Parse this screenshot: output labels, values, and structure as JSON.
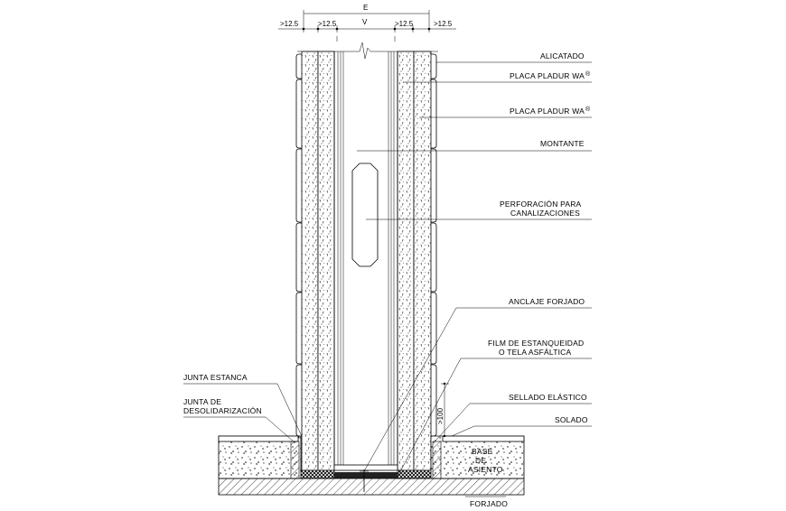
{
  "dimensions": {
    "top_label": "E",
    "sub_label": "V",
    "left_outer": ">12.5",
    "left_inner": ">12.5",
    "right_inner": ">12.5",
    "right_outer": ">12.5",
    "vertical": ">100"
  },
  "labels": {
    "alicatado": "ALICATADO",
    "placa1": "PLACA PLADUR WA",
    "placa2": "PLACA PLADUR WA",
    "registered": "®",
    "montante": "MONTANTE",
    "perforacion_1": "PERFORACIÓN  PARA",
    "perforacion_2": "CANALIZACIONES",
    "anclaje": "ANCLAJE FORJADO",
    "film_1": "FILM DE ESTANQUEIDAD",
    "film_2": "O TELA ASFÁLTICA",
    "sellado": "SELLADO ELÁSTICO",
    "solado": "SOLADO",
    "junta_estanca": "JUNTA ESTANCA",
    "junta_desol_1": "JUNTA DE",
    "junta_desol_2": "DESOLIDARIZACIÓN",
    "base_1": "BASE",
    "base_2": "DE",
    "base_3": "ASIENTO",
    "forjado": "FORJADO"
  }
}
